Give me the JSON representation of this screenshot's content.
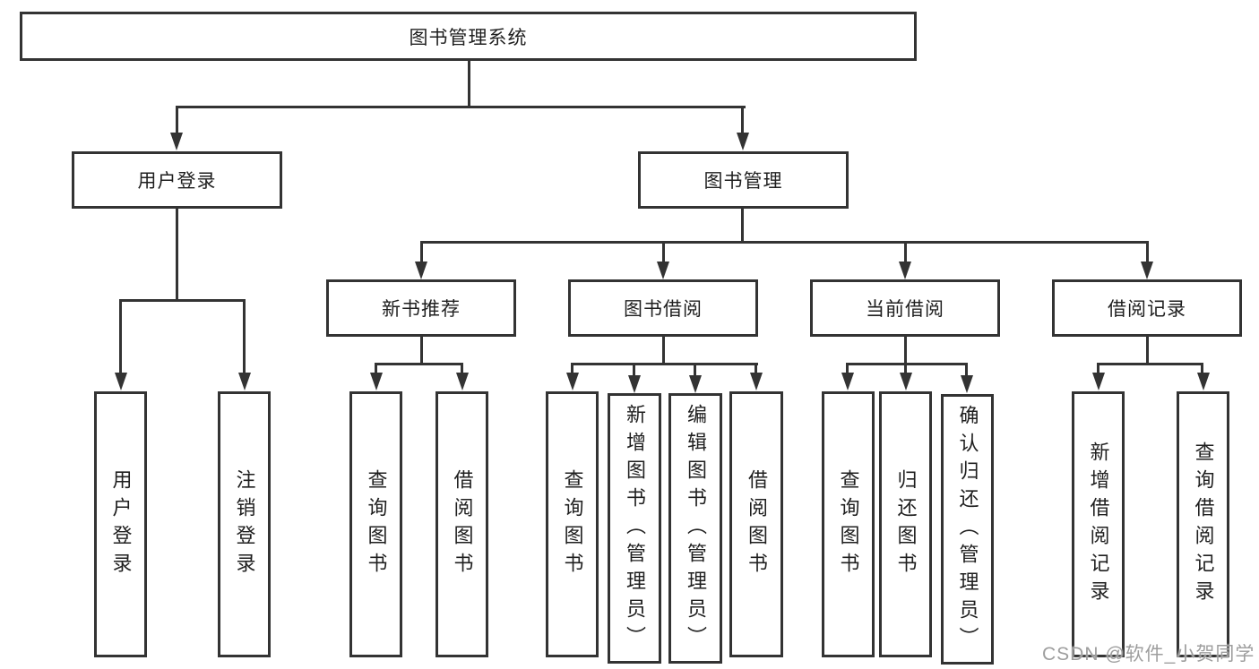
{
  "tree": {
    "root": "图书管理系统",
    "login": {
      "label": "用户登录",
      "children": [
        "用户登录",
        "注销登录"
      ]
    },
    "management": {
      "label": "图书管理"
    },
    "sections": [
      {
        "label": "新书推荐",
        "children": [
          "查询图书",
          "借阅图书"
        ]
      },
      {
        "label": "图书借阅",
        "children": [
          "查询图书",
          "新增图书（管理员）",
          "编辑图书（管理员）",
          "借阅图书"
        ]
      },
      {
        "label": "当前借阅",
        "children": [
          "查询图书",
          "归还图书",
          "确认归还（管理员）"
        ]
      },
      {
        "label": "借阅记录",
        "children": [
          "新增借阅记录",
          "查询借阅记录"
        ]
      }
    ]
  },
  "watermark": "CSDN @软件_小贺同学",
  "colors": {
    "line": "#333333",
    "text": "#1f1f1f",
    "watermark": "#9e9e9e",
    "background": "#ffffff"
  }
}
